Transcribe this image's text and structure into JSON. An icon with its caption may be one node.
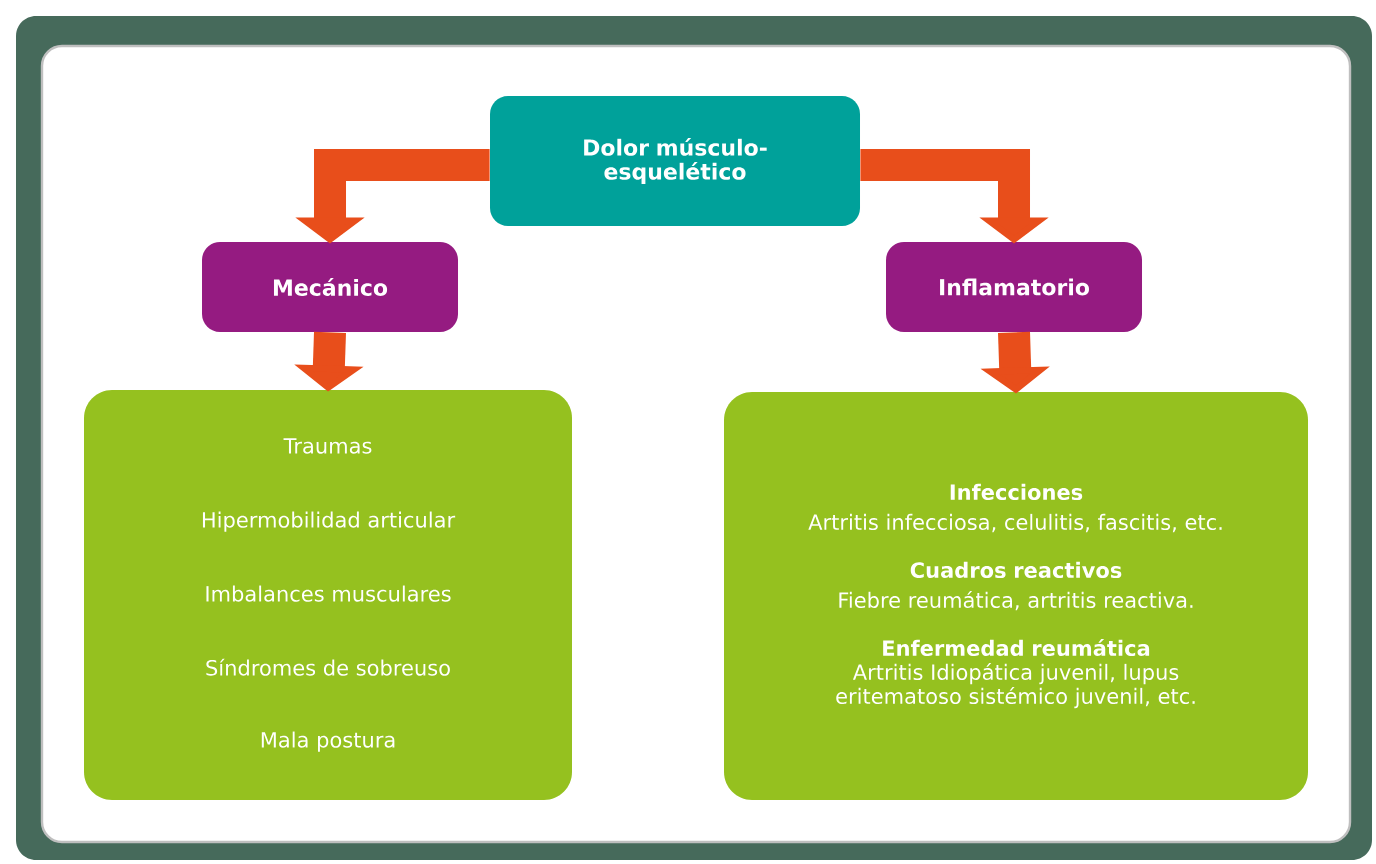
{
  "diagram": {
    "nodes": [
      {
        "text": [
          "Dolor músculo-esquelético"
        ]
      },
      {
        "text": [
          "Mecánico"
        ]
      },
      {
        "text": [
          "Inflamatorio"
        ]
      },
      {
        "text": [
          "Traumas",
          "Hipermobilidad articular",
          "Imbalances musculares",
          "Síndromes de sobreuso",
          "Mala postura"
        ]
      },
      {
        "text": [
          "Infecciones",
          "Artritis infecciosa, celulitis, fascitis, etc.",
          "Cuadros reactivos",
          "Fiebre reumática, artritis reactiva.",
          "Enfermedad reumática",
          "Artritis Idiopática juvenil, lupus eritematoso sistémico juvenil, etc."
        ]
      }
    ],
    "edges": [
      {
        "from": 0,
        "to": 1,
        "arrow": "to"
      },
      {
        "from": 0,
        "to": 2,
        "arrow": "to"
      },
      {
        "from": 1,
        "to": 3,
        "arrow": "to"
      },
      {
        "from": 2,
        "to": 4,
        "arrow": "to"
      }
    ]
  }
}
